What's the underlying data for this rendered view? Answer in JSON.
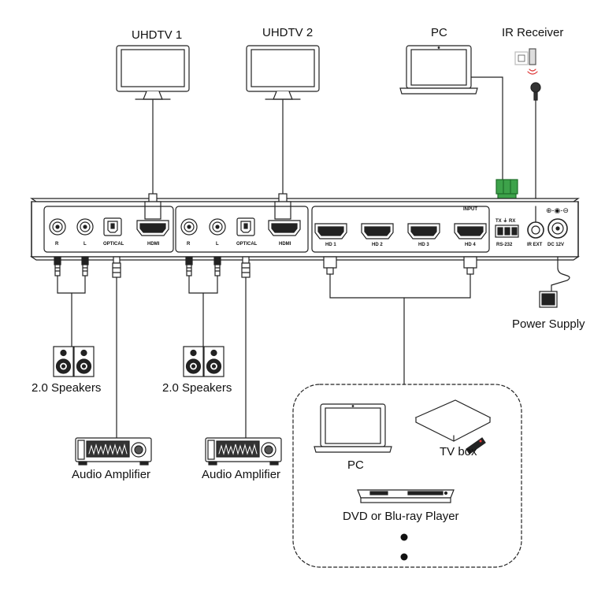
{
  "labels": {
    "uhdtv1": "UHDTV 1",
    "uhdtv2": "UHDTV 2",
    "pc_top": "PC",
    "ir_receiver": "IR Receiver",
    "power_supply": "Power Supply",
    "speakers1": "2.0 Speakers",
    "speakers2": "2.0 Speakers",
    "amp1": "Audio Amplifier",
    "amp2": "Audio Amplifier",
    "pc_source": "PC",
    "tv_box": "TV box",
    "dvd": "DVD or Blu-ray Player"
  },
  "panel": {
    "out1": {
      "r": "R",
      "l": "L",
      "optical": "OPTICAL",
      "hdmi": "HDMI"
    },
    "out2": {
      "r": "R",
      "l": "L",
      "optical": "OPTICAL",
      "hdmi": "HDMI"
    },
    "input_title": "INPUT",
    "inputs": [
      "HD 1",
      "HD 2",
      "HD 3",
      "HD 4"
    ],
    "rs232_top": "TX ⏚ RX",
    "rs232": "RS-232",
    "ir_ext": "IR EXT",
    "dc": "DC 12V",
    "dc_polarity": "⊕-◉-⊖"
  }
}
